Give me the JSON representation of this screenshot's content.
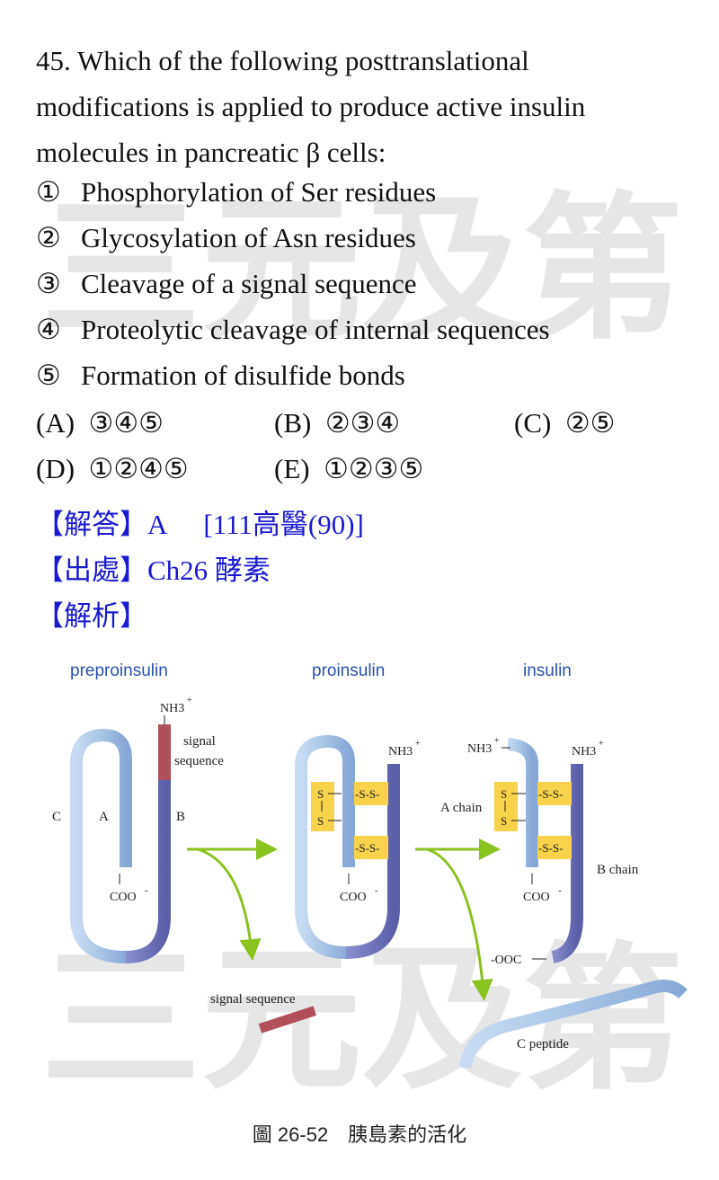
{
  "watermark": "三元及第",
  "question": {
    "lines": [
      "45. Which of the following posttranslational",
      "modifications is applied to produce active insulin",
      "molecules in pancreatic β cells:"
    ],
    "options": [
      {
        "num": "①",
        "text": "Phosphorylation of Ser residues"
      },
      {
        "num": "②",
        "text": "Glycosylation of Asn residues"
      },
      {
        "num": "③",
        "text": "Cleavage of a signal sequence"
      },
      {
        "num": "④",
        "text": "Proteolytic cleavage of internal sequences"
      },
      {
        "num": "⑤",
        "text": "Formation of disulfide bonds"
      }
    ],
    "choices": [
      {
        "label": "(A)",
        "value": "③④⑤"
      },
      {
        "label": "(B)",
        "value": "②③④"
      },
      {
        "label": "(C)",
        "value": "②⑤"
      },
      {
        "label": "(D)",
        "value": "①②④⑤"
      },
      {
        "label": "(E)",
        "value": "①②③⑤"
      }
    ]
  },
  "answer": {
    "tag": "【解答】",
    "value": "A",
    "ref": "[111高醫(90)]"
  },
  "source": {
    "tag": "【出處】",
    "value": "Ch26  酵素"
  },
  "analysis": {
    "tag": "【解析】"
  },
  "figure": {
    "titles": {
      "pre": "preproinsulin",
      "pro": "proinsulin",
      "ins": "insulin"
    },
    "labels": {
      "nh3": "NH3",
      "plus": "+",
      "coo": "COO",
      "minus": "-",
      "ooc": "-OOC",
      "signal1": "signal",
      "signal2": "sequence",
      "C": "C",
      "A": "A",
      "B": "B",
      "s": "S",
      "ss": "-S-S-",
      "a_chain": "A chain",
      "b_chain": "B chain",
      "signal_sequence": "signal sequence",
      "c_peptide": "C peptide"
    },
    "caption": "圖 26-52　胰島素的活化"
  },
  "colors": {
    "answer_blue": "#1a1ad0",
    "light_chain": "#a8c4e6",
    "dark_chain": "#6a6fb8",
    "signal": "#b0505a",
    "disulfide_box": "#f7d24a",
    "arrow": "#8ac21e",
    "title_blue": "#2a50b0"
  }
}
